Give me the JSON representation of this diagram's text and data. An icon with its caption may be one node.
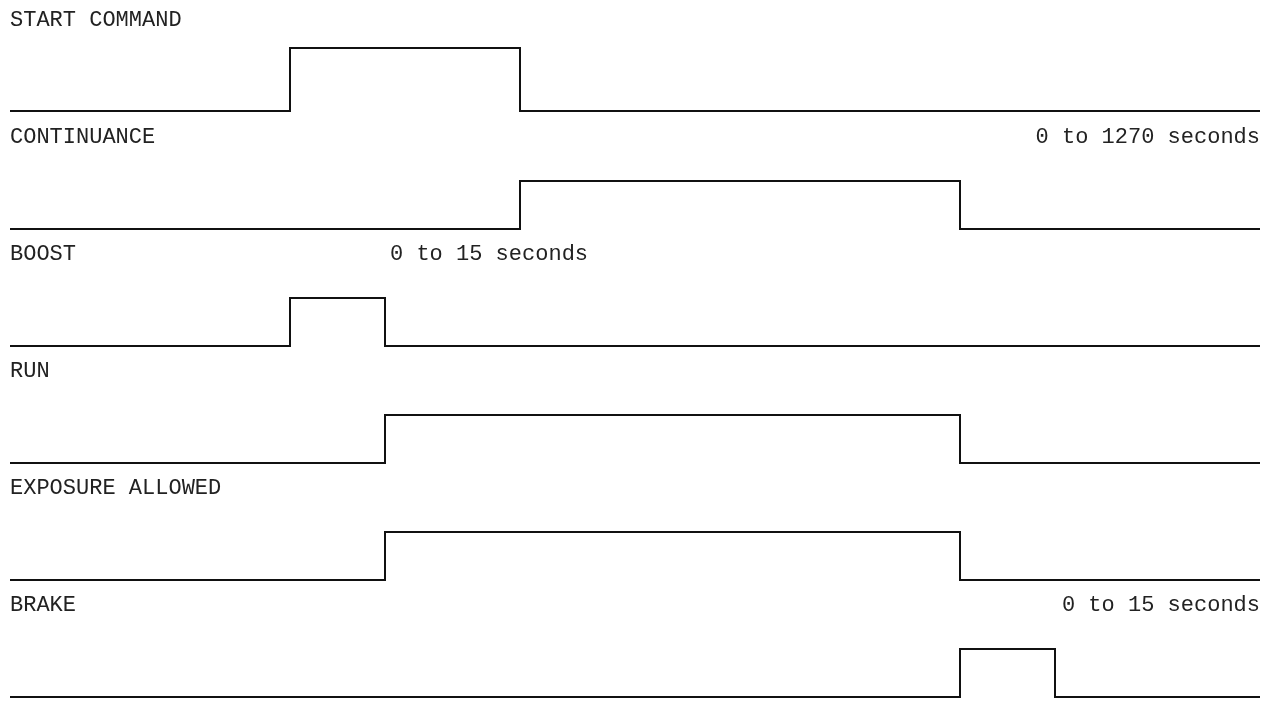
{
  "diagram": {
    "labels": [
      "START COMMAND",
      "CONTINUANCE",
      "0 to 1270 seconds",
      "BOOST",
      "0 to 15 seconds",
      "RUN",
      "EXPOSURE ALLOWED",
      "BRAKE",
      "0 to 15 seconds"
    ]
  }
}
